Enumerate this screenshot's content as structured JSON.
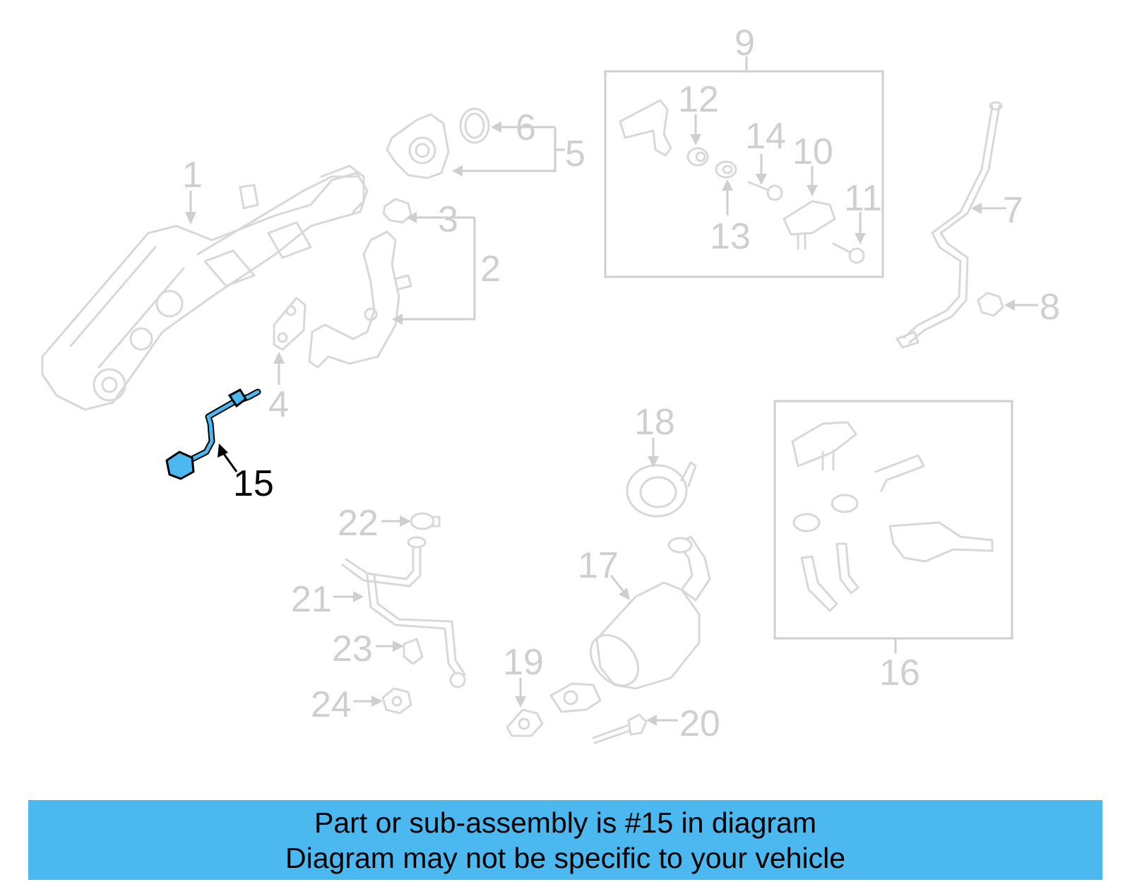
{
  "colors": {
    "highlight_part": "#4cb8f0",
    "banner_background": "#4cb8f0",
    "inactive": "#cfcfcf",
    "active_label": "#000000"
  },
  "callouts": [
    {
      "id": "1",
      "label": "1"
    },
    {
      "id": "2",
      "label": "2"
    },
    {
      "id": "3",
      "label": "3"
    },
    {
      "id": "4",
      "label": "4"
    },
    {
      "id": "5",
      "label": "5"
    },
    {
      "id": "6",
      "label": "6"
    },
    {
      "id": "7",
      "label": "7"
    },
    {
      "id": "8",
      "label": "8"
    },
    {
      "id": "9",
      "label": "9"
    },
    {
      "id": "10",
      "label": "10"
    },
    {
      "id": "11",
      "label": "11"
    },
    {
      "id": "12",
      "label": "12"
    },
    {
      "id": "13",
      "label": "13"
    },
    {
      "id": "14",
      "label": "14"
    },
    {
      "id": "15",
      "label": "15",
      "highlighted": true
    },
    {
      "id": "16",
      "label": "16"
    },
    {
      "id": "17",
      "label": "17"
    },
    {
      "id": "18",
      "label": "18"
    },
    {
      "id": "19",
      "label": "19"
    },
    {
      "id": "20",
      "label": "20"
    },
    {
      "id": "21",
      "label": "21"
    },
    {
      "id": "22",
      "label": "22"
    },
    {
      "id": "23",
      "label": "23"
    },
    {
      "id": "24",
      "label": "24"
    }
  ],
  "banner": {
    "line1": "Part or sub-assembly is #15 in diagram",
    "line2": "Diagram may not be specific to your vehicle"
  }
}
